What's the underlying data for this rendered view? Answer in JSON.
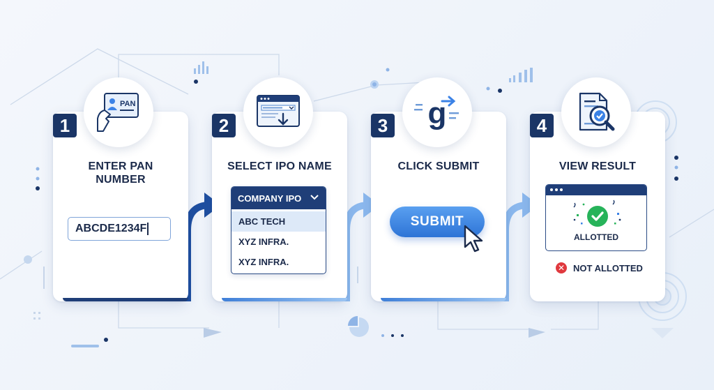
{
  "steps": [
    {
      "number": "1",
      "title_line1": "ENTER PAN",
      "title_line2": "NUMBER",
      "icon": "pan-card-hand-icon",
      "icon_text": "PAN"
    },
    {
      "number": "2",
      "title_line1": "SELECT IPO NAME",
      "icon": "browser-download-icon"
    },
    {
      "number": "3",
      "title_line1": "CLICK SUBMIT",
      "icon": "g-arrow-icon"
    },
    {
      "number": "4",
      "title_line1": "VIEW RESULT",
      "icon": "document-search-check-icon"
    }
  ],
  "pan_input": {
    "value": "ABCDE1234F"
  },
  "ipo_dropdown": {
    "header": "COMPANY IPO",
    "options": [
      "ABC TECH",
      "XYZ INFRA.",
      "XYZ INFRA."
    ]
  },
  "submit_button": {
    "label": "SUBMIT"
  },
  "result": {
    "allotted_label": "ALLOTTED",
    "not_allotted_label": "NOT ALLOTTED"
  },
  "colors": {
    "navy": "#1a3566",
    "accent_blue": "#3b82e6",
    "success_green": "#27b35a",
    "error_red": "#e0393e"
  }
}
